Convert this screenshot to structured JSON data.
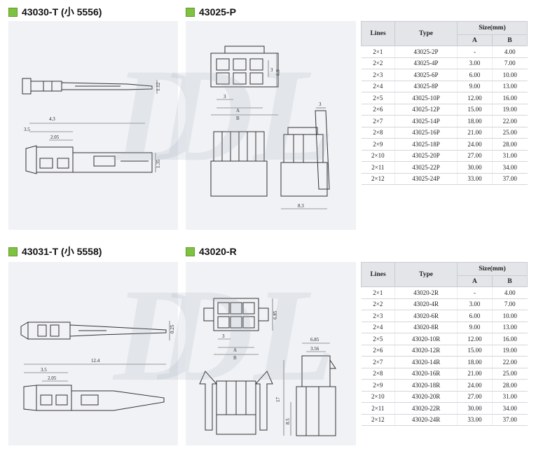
{
  "sections": [
    {
      "title": "43030-T (小 5556)"
    },
    {
      "title": "43025-P"
    },
    {
      "title": "43031-T (小 5558)"
    },
    {
      "title": "43020-R"
    }
  ],
  "watermark": "DL",
  "dims": {
    "t1": {
      "d1": "1.12",
      "d2": "4.3",
      "d3": "3.5",
      "d4": "2.05",
      "d5": "1.35"
    },
    "p1": {
      "d1": "3",
      "d2": "6.9",
      "d3": "3",
      "d4": "A",
      "d5": "B",
      "d6": "3",
      "d7": "8.3"
    },
    "t2": {
      "d1": "0.25",
      "d2": "12.4",
      "d3": "3.5",
      "d4": "2.05"
    },
    "r1": {
      "d1": "6.85",
      "d2": "3",
      "d3": "A",
      "d4": "B",
      "d5": "6.85",
      "d6": "3.56",
      "d7": "17",
      "d8": "8.5"
    }
  },
  "tables": [
    {
      "headers": {
        "lines": "Lines",
        "type": "Type",
        "size": "Size(mm)",
        "a": "A",
        "b": "B"
      },
      "rows": [
        [
          "2×1",
          "43025-2P",
          "-",
          "4.00"
        ],
        [
          "2×2",
          "43025-4P",
          "3.00",
          "7.00"
        ],
        [
          "2×3",
          "43025-6P",
          "6.00",
          "10.00"
        ],
        [
          "2×4",
          "43025-8P",
          "9.00",
          "13.00"
        ],
        [
          "2×5",
          "43025-10P",
          "12.00",
          "16.00"
        ],
        [
          "2×6",
          "43025-12P",
          "15.00",
          "19.00"
        ],
        [
          "2×7",
          "43025-14P",
          "18.00",
          "22.00"
        ],
        [
          "2×8",
          "43025-16P",
          "21.00",
          "25.00"
        ],
        [
          "2×9",
          "43025-18P",
          "24.00",
          "28.00"
        ],
        [
          "2×10",
          "43025-20P",
          "27.00",
          "31.00"
        ],
        [
          "2×11",
          "43025-22P",
          "30.00",
          "34.00"
        ],
        [
          "2×12",
          "43025-24P",
          "33.00",
          "37.00"
        ]
      ]
    },
    {
      "headers": {
        "lines": "Lines",
        "type": "Type",
        "size": "Size(mm)",
        "a": "A",
        "b": "B"
      },
      "rows": [
        [
          "2×1",
          "43020-2R",
          "-",
          "4.00"
        ],
        [
          "2×2",
          "43020-4R",
          "3.00",
          "7.00"
        ],
        [
          "2×3",
          "43020-6R",
          "6.00",
          "10.00"
        ],
        [
          "2×4",
          "43020-8R",
          "9.00",
          "13.00"
        ],
        [
          "2×5",
          "43020-10R",
          "12.00",
          "16.00"
        ],
        [
          "2×6",
          "43020-12R",
          "15.00",
          "19.00"
        ],
        [
          "2×7",
          "43020-14R",
          "18.00",
          "22.00"
        ],
        [
          "2×8",
          "43020-16R",
          "21.00",
          "25.00"
        ],
        [
          "2×9",
          "43020-18R",
          "24.00",
          "28.00"
        ],
        [
          "2×10",
          "43020-20R",
          "27.00",
          "31.00"
        ],
        [
          "2×11",
          "43020-22R",
          "30.00",
          "34.00"
        ],
        [
          "2×12",
          "43020-24R",
          "33.00",
          "37.00"
        ]
      ]
    }
  ]
}
